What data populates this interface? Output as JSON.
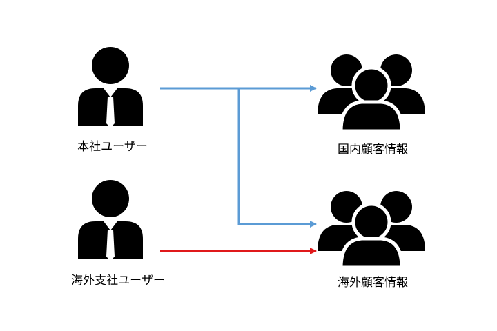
{
  "nodes": {
    "hq_user": {
      "label": "本社ユーザー"
    },
    "overseas_user": {
      "label": "海外支社ユーザー"
    },
    "domestic_customers": {
      "label": "国内顧客情報"
    },
    "overseas_customers": {
      "label": "海外顧客情報"
    }
  },
  "edges": [
    {
      "from": "hq_user",
      "to": "domestic_customers",
      "color": "#5B9BD5"
    },
    {
      "from": "hq_user",
      "to": "overseas_customers",
      "color": "#5B9BD5"
    },
    {
      "from": "overseas_user",
      "to": "overseas_customers",
      "color": "#E0191B"
    }
  ],
  "colors": {
    "icon_fill": "#000000",
    "tie_fill": "#ffffff",
    "allowed_access_line": "#5B9BD5",
    "restricted_access_line": "#E0191B"
  },
  "icons": {
    "user": "person-with-tie-icon",
    "group": "user-group-icon"
  }
}
